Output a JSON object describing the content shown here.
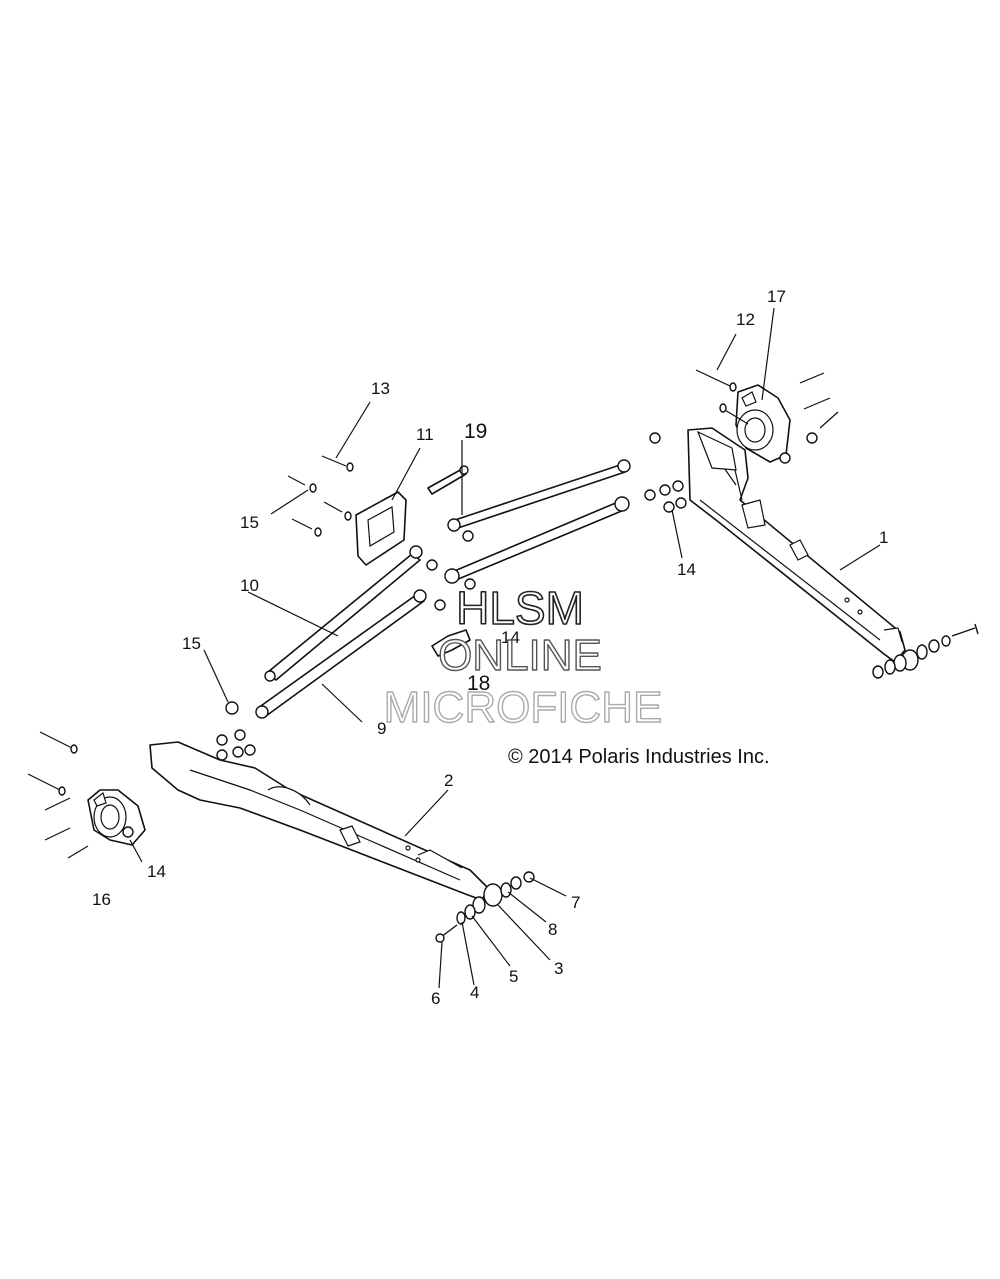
{
  "callouts": {
    "c1": "1",
    "c2": "2",
    "c3": "3",
    "c4": "4",
    "c5": "5",
    "c6": "6",
    "c7": "7",
    "c8": "8",
    "c9": "9",
    "c10": "10",
    "c11": "11",
    "c12": "12",
    "c13": "13",
    "c14a": "14",
    "c14b": "14",
    "c14c": "14",
    "c15a": "15",
    "c15b": "15",
    "c16": "16",
    "c17": "17",
    "c18": "18",
    "c19": "19"
  },
  "watermark": {
    "line1": "HLSM",
    "line2": "ONLINE",
    "line3": "MICROFICHE"
  },
  "copyright": "© 2014 Polaris Industries Inc."
}
